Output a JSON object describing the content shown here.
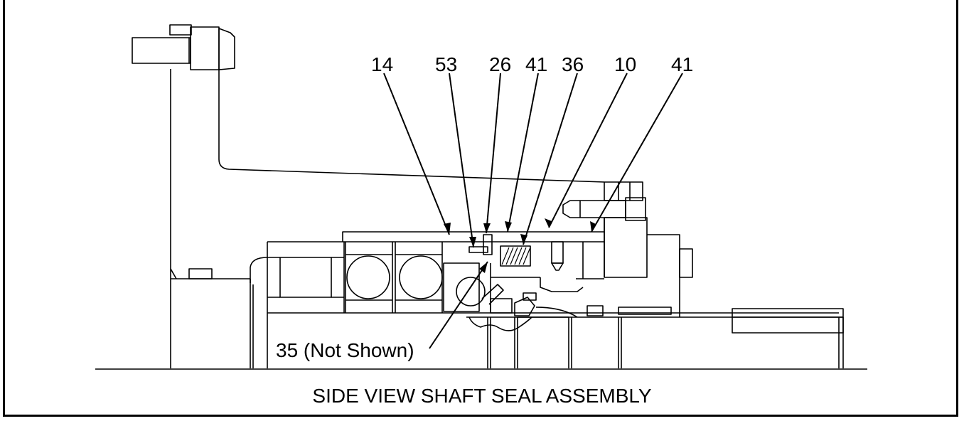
{
  "title": "SIDE VIEW SHAFT SEAL ASSEMBLY",
  "callouts": {
    "c14": "14",
    "c53": "53",
    "c26": "26",
    "c41a": "41",
    "c36": "36",
    "c10": "10",
    "c41b": "41",
    "c35": "35 (Not Shown)"
  }
}
